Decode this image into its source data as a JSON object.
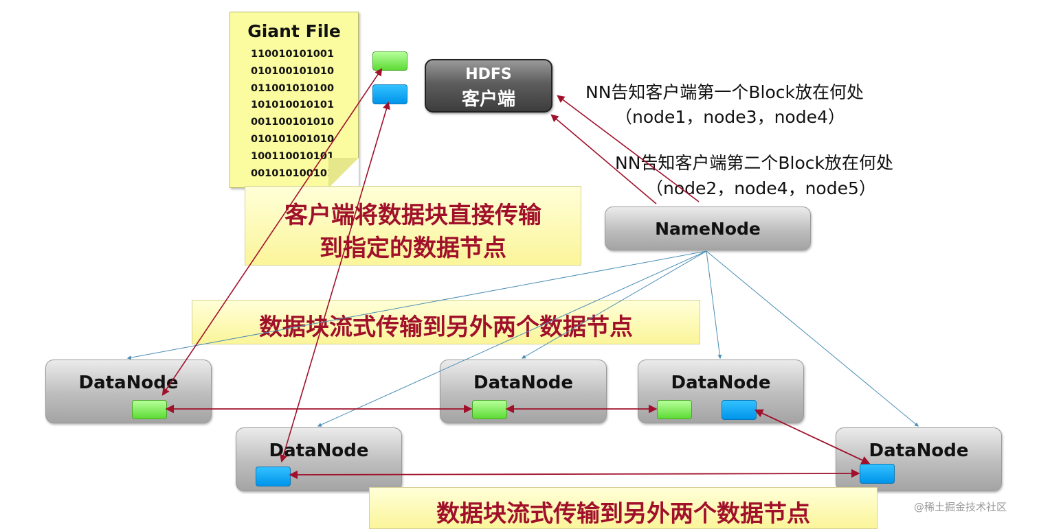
{
  "giant_file": {
    "title": "Giant File",
    "lines": [
      "110010101001",
      "010100101010",
      "011001010100",
      "101010010101",
      "001100101010",
      "010101001010",
      "100110010101",
      "001010100101"
    ]
  },
  "client": {
    "line1": "HDFS",
    "line2": "客户端"
  },
  "namenode": {
    "label": "NameNode"
  },
  "datanodes": {
    "dn1": "DataNode",
    "dn2": "DataNode",
    "dn3": "DataNode",
    "dn4": "DataNode",
    "dn5": "DataNode"
  },
  "notes": {
    "first_block_line1": "NN告知客户端第一个Block放在何处",
    "first_block_line2": "（node1，node3，node4）",
    "second_block_line1": "NN告知客户端第二个Block放在何处",
    "second_block_line2": "（node2，node4，node5）"
  },
  "callouts": {
    "direct_transfer_line1": "客户端将数据块直接传输",
    "direct_transfer_line2": "到指定的数据节点",
    "stream_top": "数据块流式传输到另外两个数据节点",
    "stream_bottom": "数据块流式传输到另外两个数据节点"
  },
  "colors": {
    "block1": "#5ddb35",
    "block2": "#0094ea",
    "arrow": "#a0102a",
    "nn_link": "#4a8db4"
  },
  "watermark": "@稀土掘金技术社区"
}
